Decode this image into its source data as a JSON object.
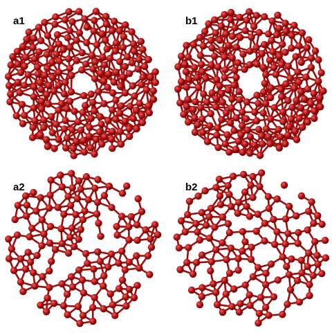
{
  "panels": [
    {
      "label": "a1",
      "style": "cluster"
    },
    {
      "label": "b1",
      "style": "cluster-ring"
    },
    {
      "label": "a2",
      "style": "scatter"
    },
    {
      "label": "b2",
      "style": "scatter-ring"
    }
  ],
  "atom_color": "#b01010",
  "atom_highlight": "#e86060",
  "bond_color": "#a00c0c"
}
